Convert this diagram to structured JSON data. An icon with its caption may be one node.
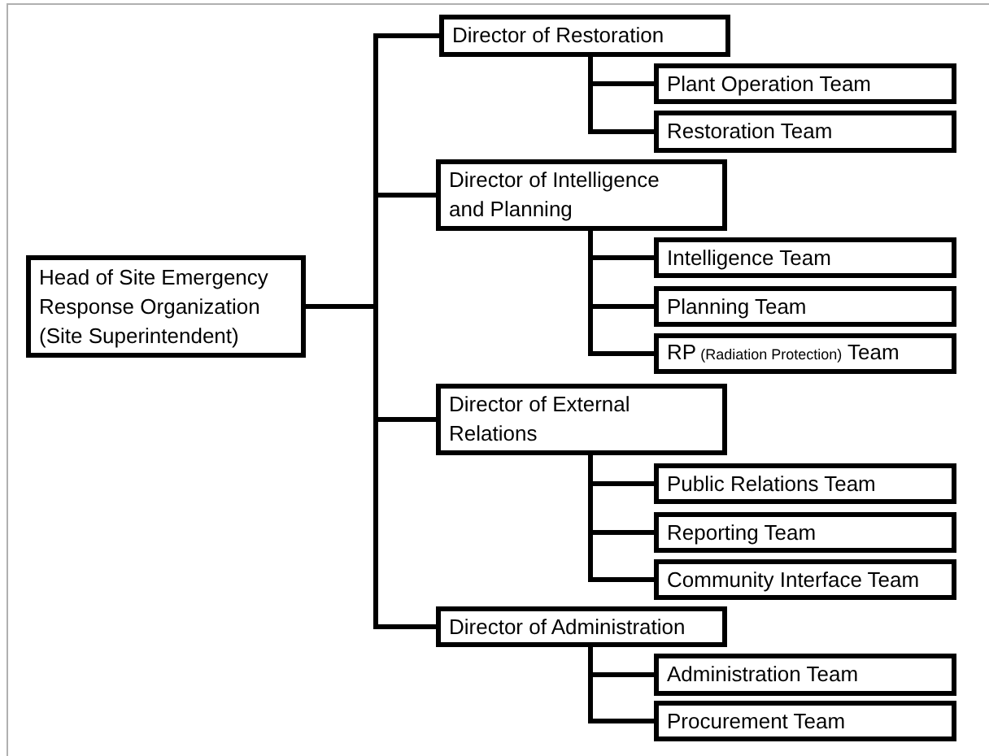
{
  "diagram": {
    "nodes": [
      {
        "text": [
          "Head of Site Emergency Response Organization (Site Superintendent)"
        ]
      },
      {
        "text": [
          "Director of Restoration"
        ]
      },
      {
        "text": [
          "Plant Operation Team"
        ]
      },
      {
        "text": [
          "Restoration Team"
        ]
      },
      {
        "text": [
          "Director of Intelligence and Planning"
        ]
      },
      {
        "text": [
          "Intelligence Team"
        ]
      },
      {
        "text": [
          "Planning Team"
        ]
      },
      {
        "text": [
          "RP",
          "(Radiation Protection)",
          "Team"
        ]
      },
      {
        "text": [
          "Director of External Relations"
        ]
      },
      {
        "text": [
          "Public Relations Team"
        ]
      },
      {
        "text": [
          "Reporting Team"
        ]
      },
      {
        "text": [
          "Community Interface Team"
        ]
      },
      {
        "text": [
          "Director of Administration"
        ]
      },
      {
        "text": [
          "Administration Team"
        ]
      },
      {
        "text": [
          "Procurement Team"
        ]
      }
    ],
    "edges": [
      {
        "from": 0,
        "to": 1,
        "arrow": "none"
      },
      {
        "from": 0,
        "to": 4,
        "arrow": "none"
      },
      {
        "from": 0,
        "to": 8,
        "arrow": "none"
      },
      {
        "from": 0,
        "to": 12,
        "arrow": "none"
      },
      {
        "from": 1,
        "to": 2,
        "arrow": "none"
      },
      {
        "from": 1,
        "to": 3,
        "arrow": "none"
      },
      {
        "from": 4,
        "to": 5,
        "arrow": "none"
      },
      {
        "from": 4,
        "to": 6,
        "arrow": "none"
      },
      {
        "from": 4,
        "to": 7,
        "arrow": "none"
      },
      {
        "from": 8,
        "to": 9,
        "arrow": "none"
      },
      {
        "from": 8,
        "to": 10,
        "arrow": "none"
      },
      {
        "from": 8,
        "to": 11,
        "arrow": "none"
      },
      {
        "from": 12,
        "to": 13,
        "arrow": "none"
      },
      {
        "from": 12,
        "to": 14,
        "arrow": "none"
      }
    ]
  }
}
